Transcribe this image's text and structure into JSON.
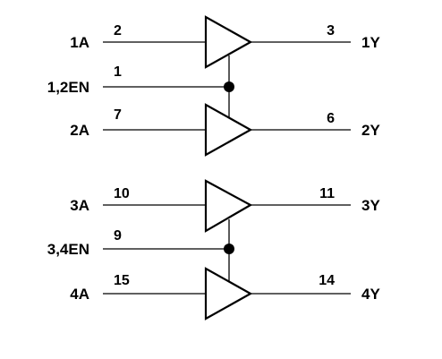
{
  "groups": [
    {
      "input_a": {
        "name": "1A",
        "pin": "2"
      },
      "output_a": {
        "name": "1Y",
        "pin": "3"
      },
      "enable": {
        "name": "1,2EN",
        "pin": "1"
      },
      "input_b": {
        "name": "2A",
        "pin": "7"
      },
      "output_b": {
        "name": "2Y",
        "pin": "6"
      }
    },
    {
      "input_a": {
        "name": "3A",
        "pin": "10"
      },
      "output_a": {
        "name": "3Y",
        "pin": "11"
      },
      "enable": {
        "name": "3,4EN",
        "pin": "9"
      },
      "input_b": {
        "name": "4A",
        "pin": "15"
      },
      "output_b": {
        "name": "4Y",
        "pin": "14"
      }
    }
  ]
}
